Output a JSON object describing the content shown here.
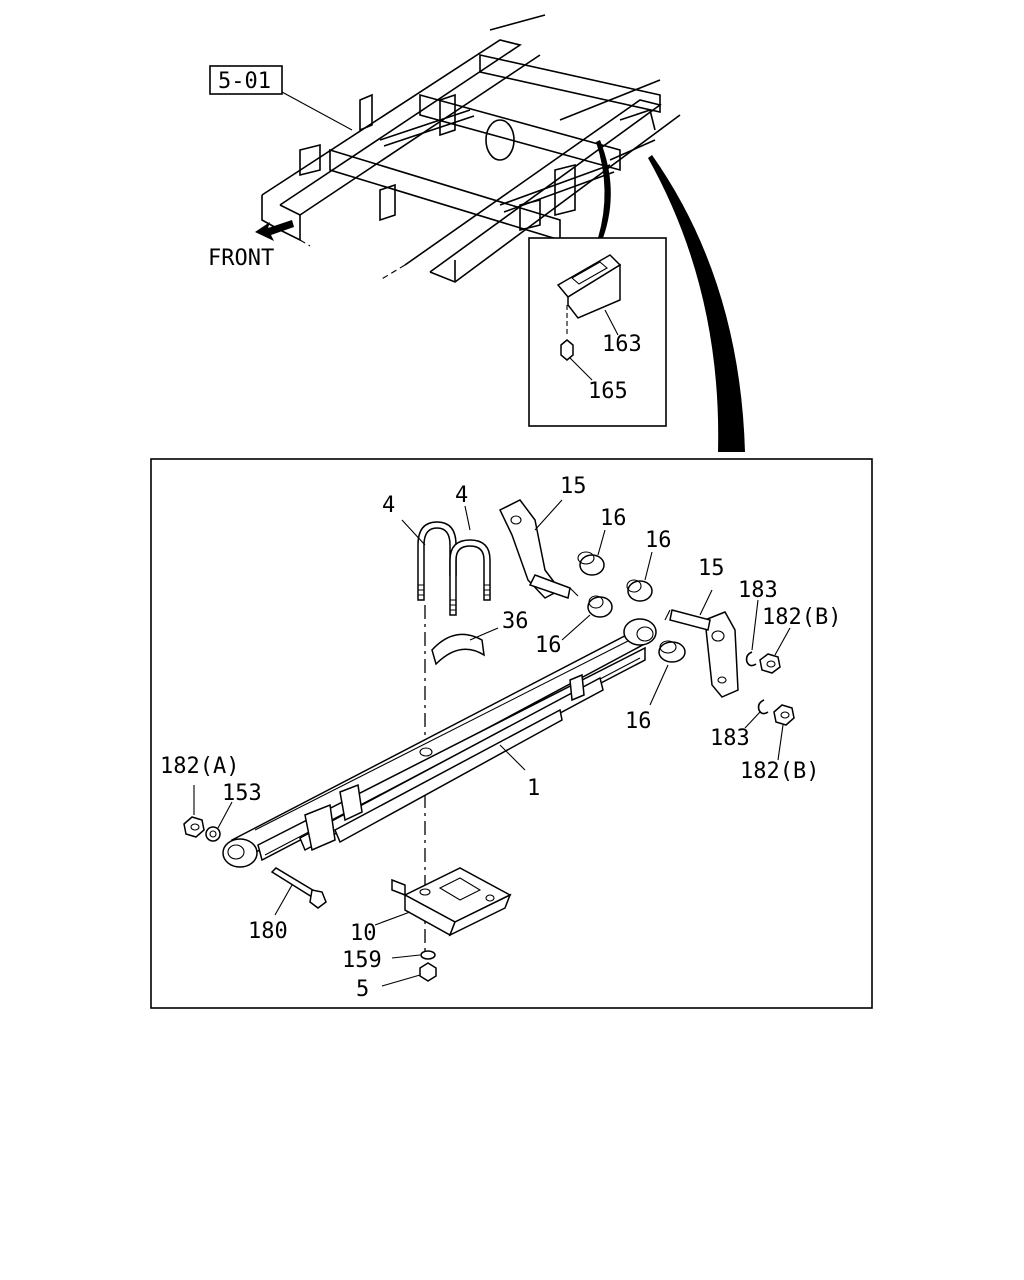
{
  "ref_box": "5-01",
  "front_label": "FRONT",
  "callouts": {
    "p163": "163",
    "p165": "165",
    "p4a": "4",
    "p4b": "4",
    "p15a": "15",
    "p16a": "16",
    "p16b": "16",
    "p16c": "16",
    "p16d": "16",
    "p15b": "15",
    "p183a": "183",
    "p182b_a": "182(B)",
    "p36": "36",
    "p183b": "183",
    "p182b_b": "182(B)",
    "p182a": "182(A)",
    "p153": "153",
    "p1": "1",
    "p180": "180",
    "p10": "10",
    "p159": "159",
    "p5": "5"
  }
}
